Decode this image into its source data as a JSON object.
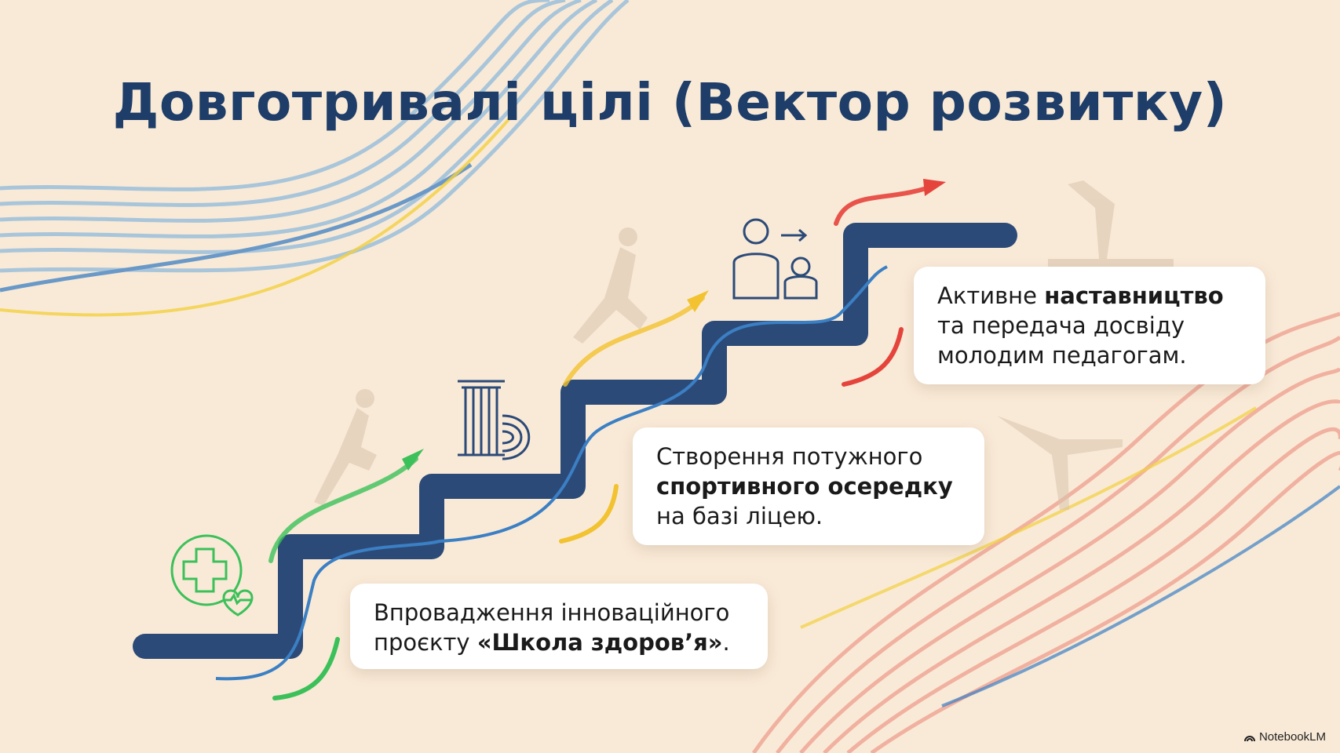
{
  "title": "Довготривалі цілі (Вектор розвитку)",
  "cards": [
    {
      "pre": "Впровадження інноваційного проєкту ",
      "bold": "«Школа здоров’я»",
      "post": "."
    },
    {
      "pre": "Створення потужного ",
      "bold": "спортивного осередку",
      "post": " на базі ліцею."
    },
    {
      "pre": "Активне ",
      "bold": "наставництво",
      "post": " та передача досвіду молодим педагогам."
    }
  ],
  "brand": "NotebookLM",
  "colors": {
    "stairs": "#2c4a78",
    "title": "#1e3d68",
    "green": "#3cc05a",
    "yellow": "#f2c230",
    "red": "#e5443c",
    "blue": "#3b7fc4"
  }
}
